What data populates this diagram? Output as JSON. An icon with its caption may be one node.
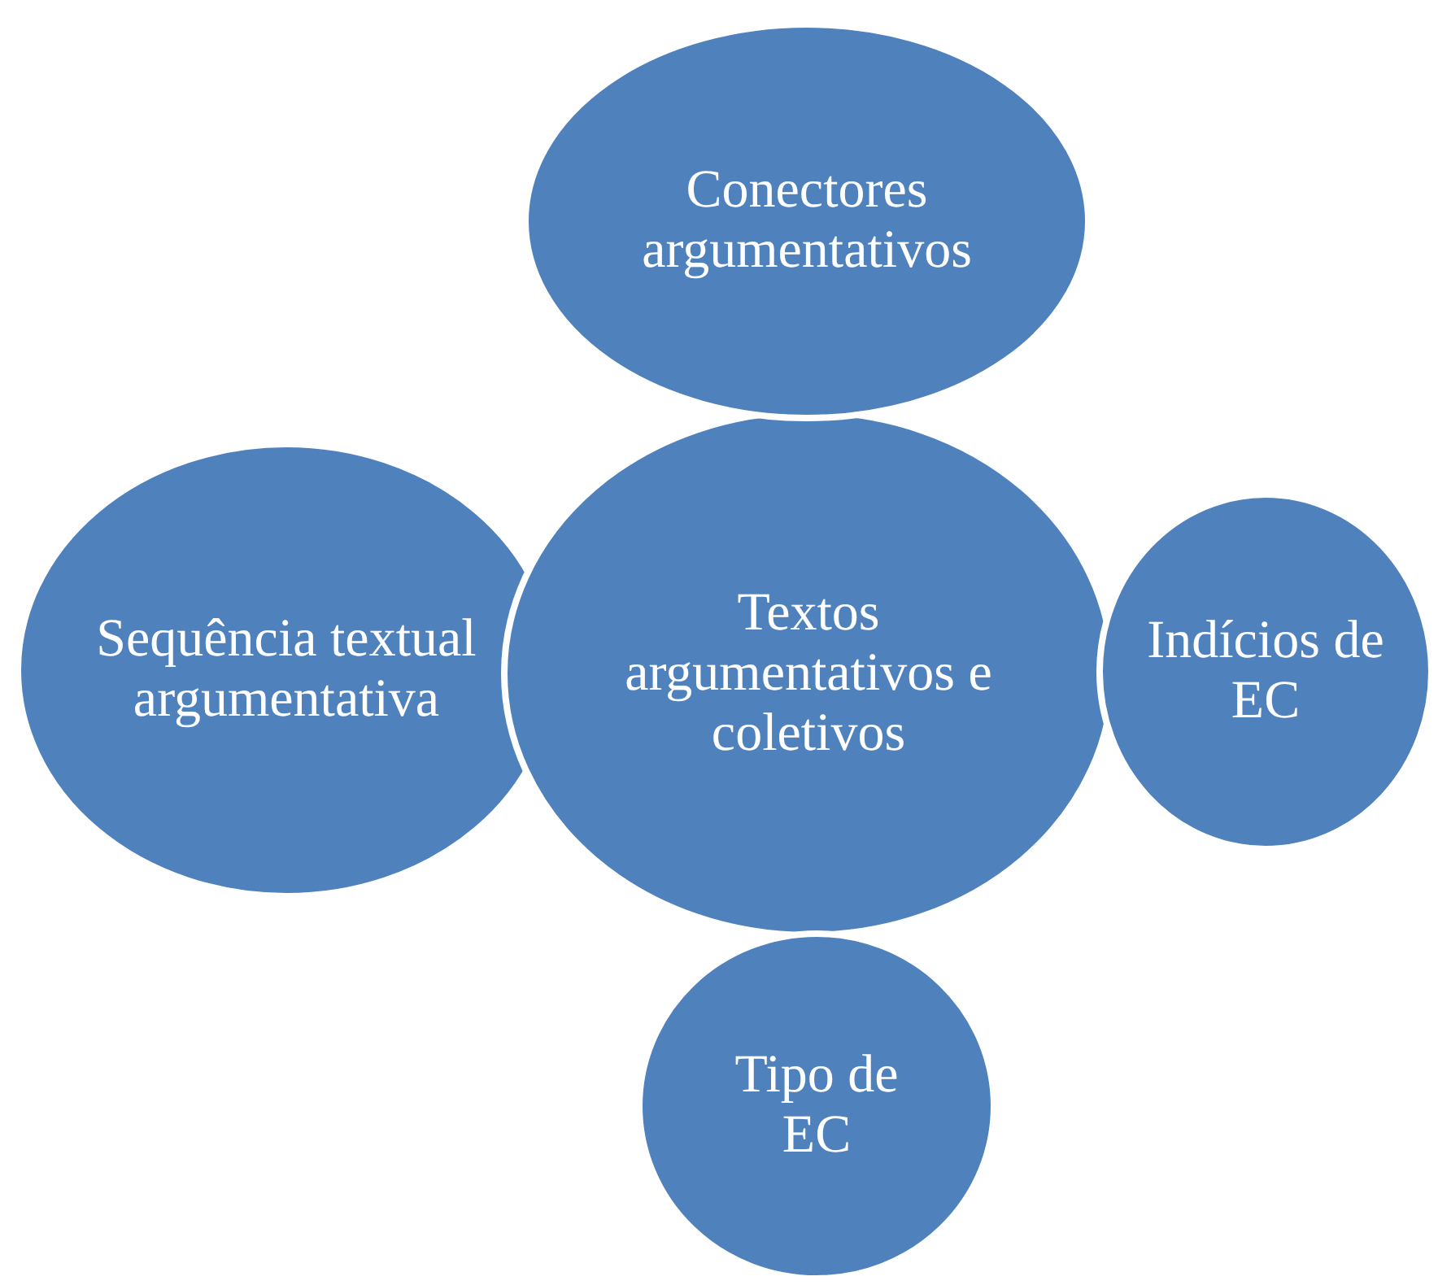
{
  "diagram": {
    "nodes": [
      {
        "text": [
          "Sequência textual argumentativa"
        ]
      },
      {
        "text": [
          "Textos argumentativos e coletivos"
        ]
      },
      {
        "text": [
          "Conectores argumentativos"
        ]
      },
      {
        "text": [
          "Indícios de EC"
        ]
      },
      {
        "text": [
          "Tipo de EC"
        ]
      }
    ]
  }
}
